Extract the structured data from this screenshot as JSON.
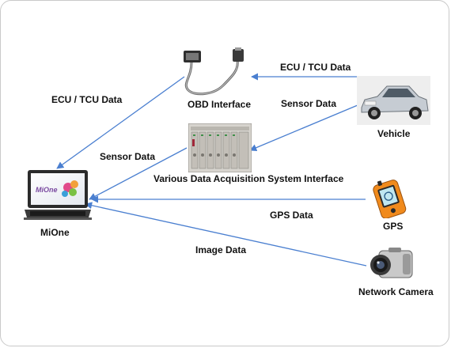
{
  "nodes": {
    "mione": "MiOne",
    "obd": "OBD Interface",
    "vehicle": "Vehicle",
    "daq": "Various Data Acquisition System Interface",
    "gps": "GPS",
    "camera": "Network Camera"
  },
  "edges": {
    "vehicle_to_obd": "ECU / TCU Data",
    "obd_to_mione": "ECU / TCU Data",
    "vehicle_to_daq": "Sensor Data",
    "daq_to_mione": "Sensor Data",
    "gps_to_mione": "GPS Data",
    "camera_to_mione": "Image Data"
  },
  "laptop_screen_text": "MiOne",
  "colors": {
    "arrow": "#4a7fd0",
    "text": "#111111",
    "frame": "#c9c9c9"
  },
  "icons": [
    "laptop-icon",
    "obd-cable-icon",
    "car-icon",
    "daq-rack-icon",
    "gps-device-icon",
    "video-camera-icon"
  ]
}
